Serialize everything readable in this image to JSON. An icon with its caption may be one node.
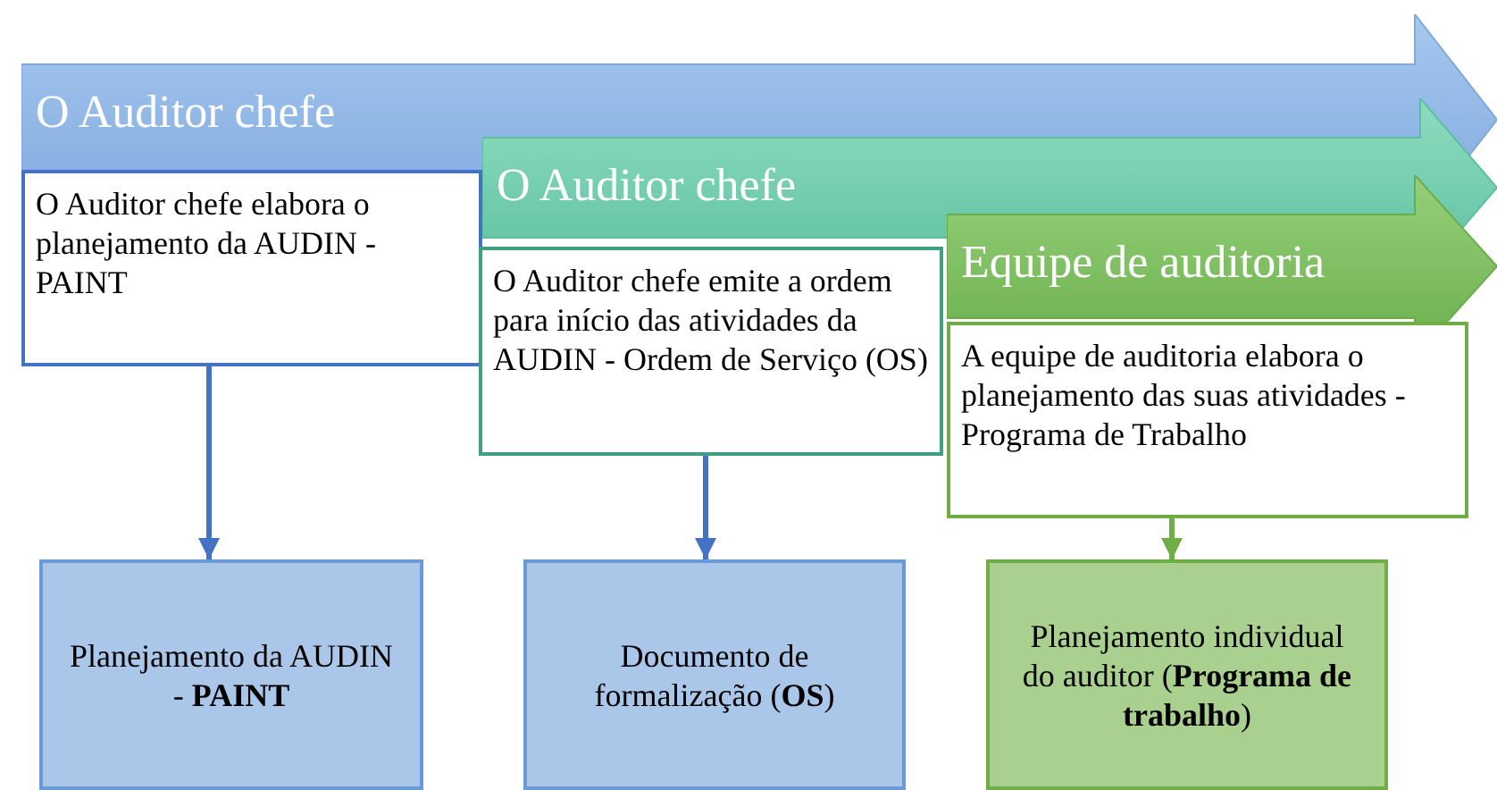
{
  "diagram": {
    "nodes": [
      {
        "text": [
          "O Auditor chefe"
        ]
      },
      {
        "text": [
          "O Auditor chefe"
        ]
      },
      {
        "text": [
          "Equipe de auditoria"
        ]
      },
      {
        "text": [
          "O Auditor chefe elabora o planejamento da AUDIN - PAINT"
        ]
      },
      {
        "text": [
          "O Auditor chefe emite a ordem para início das atividades da AUDIN - Ordem de Serviço (OS)"
        ]
      },
      {
        "text": [
          "A equipe de auditoria elabora o planejamento das suas atividades - Programa de Trabalho"
        ]
      },
      {
        "text": [
          "Planejamento da AUDIN - **PAINT**"
        ]
      },
      {
        "text": [
          "Documento de formalização (**OS**)"
        ]
      },
      {
        "text": [
          "Planejamento individual do auditor (**Programa de trabalho**)"
        ]
      }
    ],
    "edges": [
      {
        "from": 3,
        "to": 6,
        "arrow": "to"
      },
      {
        "from": 4,
        "to": 7,
        "arrow": "to"
      },
      {
        "from": 5,
        "to": 8,
        "arrow": "to",
        "color": "#70ad47"
      }
    ]
  }
}
